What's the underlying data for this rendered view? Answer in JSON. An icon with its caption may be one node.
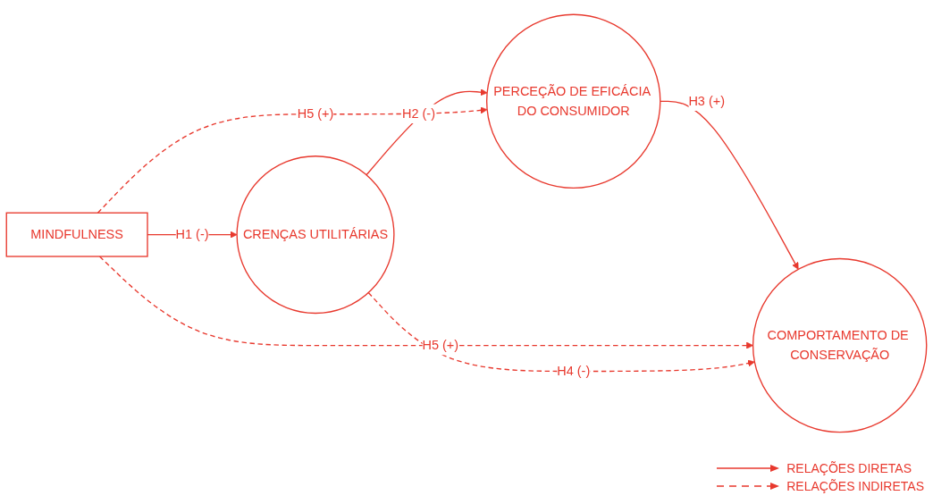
{
  "diagram": {
    "nodes": [
      {
        "text": [
          "MINDFULNESS"
        ]
      },
      {
        "text": [
          "CRENÇAS UTILITÁRIAS"
        ]
      },
      {
        "text": [
          "PERCEÇÃO DE EFICÁCIA DO CONSUMIDOR"
        ]
      },
      {
        "text": [
          "COMPORTAMENTO DE CONSERVAÇÃO"
        ]
      }
    ],
    "edges": [
      {
        "from": 0,
        "to": 1,
        "arrow": "to",
        "label": "H1 (-)"
      },
      {
        "from": 1,
        "to": 2,
        "arrow": "to",
        "label": "H2 (-)"
      },
      {
        "from": 2,
        "to": 3,
        "arrow": "to",
        "label": "H3 (+)"
      },
      {
        "from": 0,
        "to": 3,
        "arrow": "to",
        "label": "H5 (+)",
        "style": "dashed"
      },
      {
        "from": 1,
        "to": 3,
        "arrow": "to",
        "label": "H4 (-)",
        "style": "dashed"
      },
      {
        "from": 0,
        "to": 2,
        "arrow": "to",
        "label": "H5 (+)",
        "style": "dashed"
      }
    ],
    "legend": [
      {
        "text": "RELAÇÕES DIRETAS"
      },
      {
        "text": "RELAÇÕES INDIRETAS"
      }
    ]
  }
}
